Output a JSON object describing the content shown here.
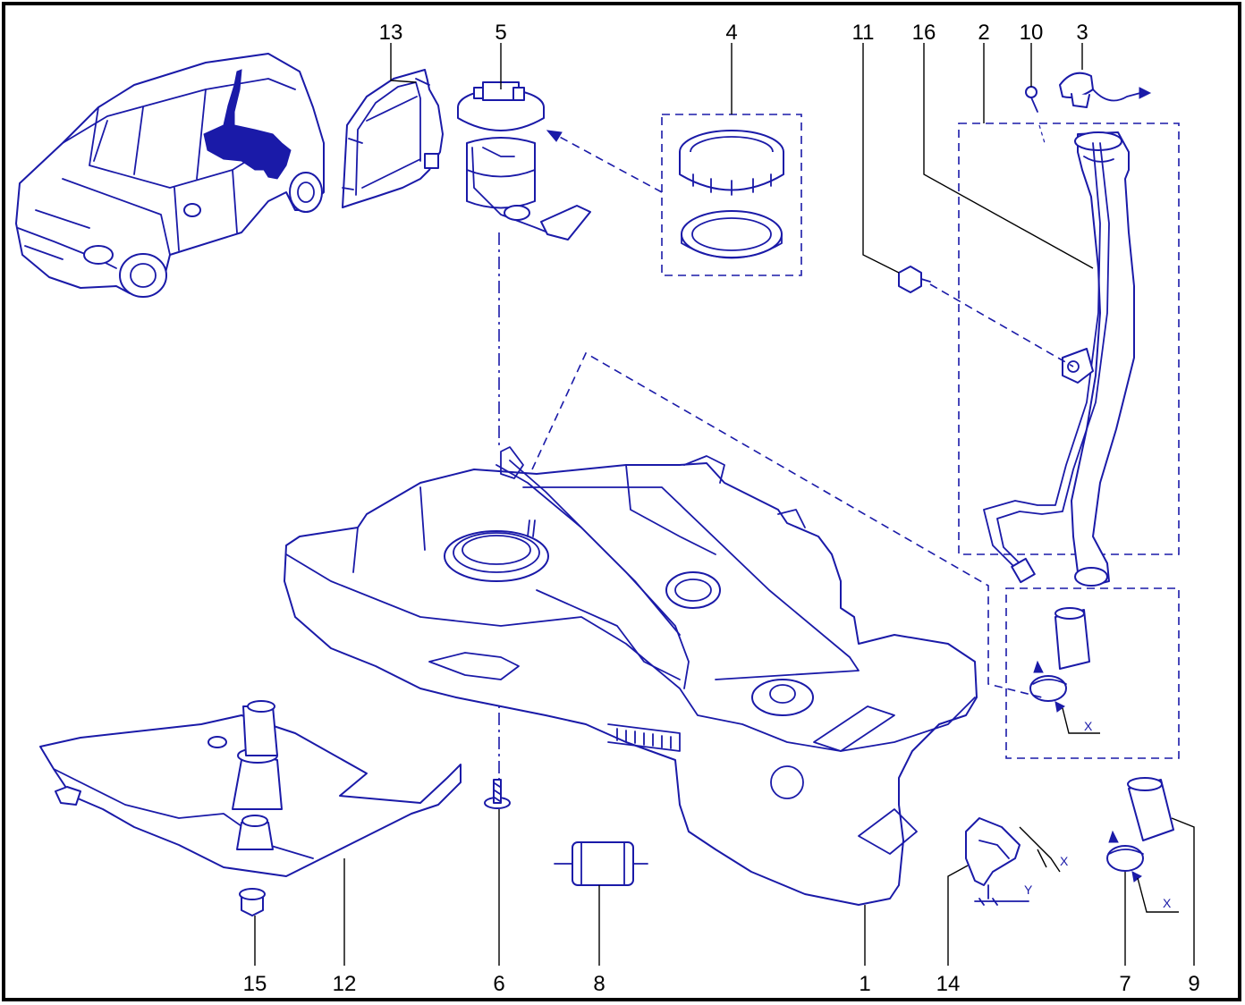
{
  "callouts": [
    {
      "id": "c13",
      "label": "13"
    },
    {
      "id": "c5",
      "label": "5"
    },
    {
      "id": "c4",
      "label": "4"
    },
    {
      "id": "c11",
      "label": "11"
    },
    {
      "id": "c16",
      "label": "16"
    },
    {
      "id": "c2",
      "label": "2"
    },
    {
      "id": "c10",
      "label": "10"
    },
    {
      "id": "c3",
      "label": "3"
    },
    {
      "id": "c15",
      "label": "15"
    },
    {
      "id": "c12",
      "label": "12"
    },
    {
      "id": "c6",
      "label": "6"
    },
    {
      "id": "c8",
      "label": "8"
    },
    {
      "id": "c1",
      "label": "1"
    },
    {
      "id": "c14",
      "label": "14"
    },
    {
      "id": "c7",
      "label": "7"
    },
    {
      "id": "c9",
      "label": "9"
    }
  ],
  "detail_marks": {
    "x_right_upper": "X",
    "x_clip_14": "X",
    "y_clip_14": "Y",
    "x_clip_7": "X"
  },
  "colors": {
    "line_art": "#1a1aa8",
    "callout_text": "#000000",
    "frame": "#000000",
    "background": "#ffffff"
  }
}
